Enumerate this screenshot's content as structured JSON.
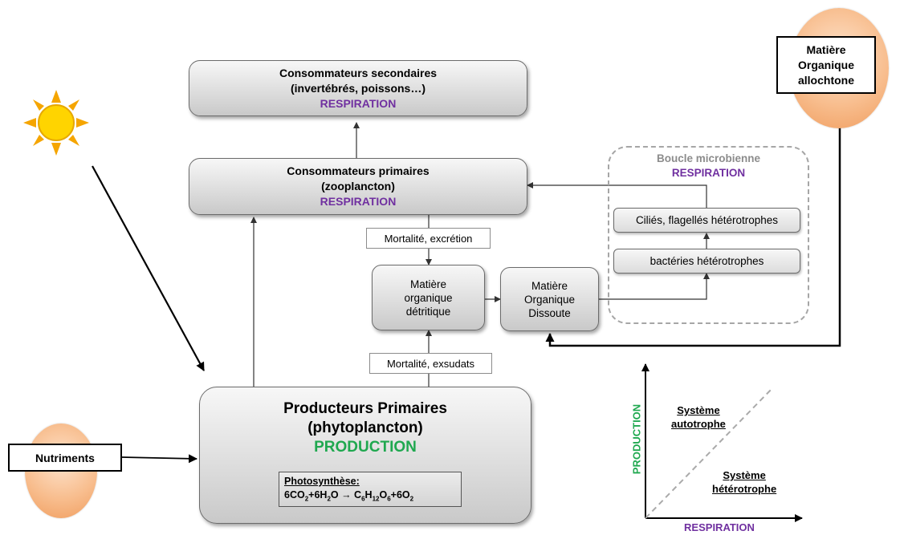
{
  "secondary": {
    "line1": "Consommateurs secondaires",
    "line2": "(invertébrés, poissons…)",
    "resp": "RESPIRATION"
  },
  "primary_consumers": {
    "line1": "Consommateurs primaires",
    "line2": "(zooplancton)",
    "resp": "RESPIRATION"
  },
  "microbial_loop": {
    "title": "Boucle microbienne",
    "resp": "RESPIRATION",
    "ciliates": "Ciliés, flagellés hétérotrophes",
    "bacteria": "bactéries hétérotrophes"
  },
  "mortality_excretion": "Mortalité, excrétion",
  "mortality_exudates": "Mortalité, exsudats",
  "detrital": {
    "line1": "Matière",
    "line2": "organique",
    "line3": "détritique"
  },
  "dissolved": {
    "line1": "Matière",
    "line2": "Organique",
    "line3": "Dissoute"
  },
  "allochthonous": {
    "line1": "Matière",
    "line2": "Organique",
    "line3": "allochtone"
  },
  "nutrients": "Nutriments",
  "producers": {
    "line1": "Producteurs Primaires",
    "line2": "(phytoplancton)",
    "prod": "PRODUCTION",
    "photo_title": "Photosynthèse:",
    "equation": "6CO2+6H2O → C6H12O6+6O2"
  },
  "graph": {
    "ylabel": "PRODUCTION",
    "xlabel": "RESPIRATION",
    "auto_line1": "Système",
    "auto_line2": "autotrophe",
    "hetero_line1": "Système",
    "hetero_line2": "hétérotrophe"
  },
  "colors": {
    "respiration": "#7030a0",
    "production": "#1fa84f",
    "sun": "#ffd400",
    "sun_ray": "#f5a500",
    "orange_circle": "#f5a96b"
  }
}
